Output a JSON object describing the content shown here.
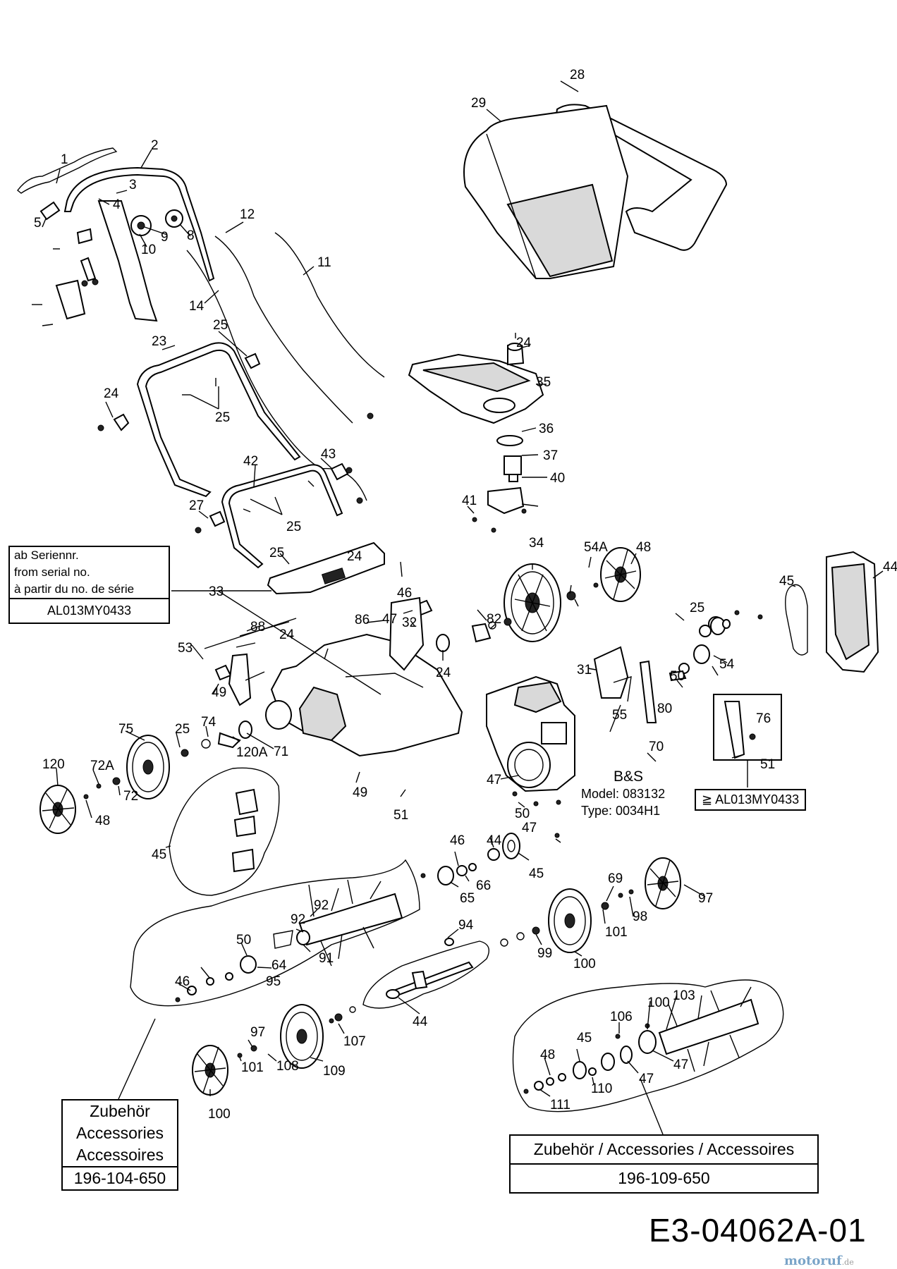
{
  "serial_box": {
    "line_de": "ab Seriennr.",
    "line_en": "from serial no.",
    "line_fr": "à partir du no. de série",
    "serial": "AL013MY0433"
  },
  "serial_box_small": {
    "text": "≧ AL013MY0433"
  },
  "engine": {
    "brand": "B&S",
    "model": "Model: 083132",
    "type": "Type: 0034H1"
  },
  "accessory_left": {
    "de": "Zubehör",
    "en": "Accessories",
    "fr": "Accessoires",
    "number": "196-104-650"
  },
  "accessory_right": {
    "title": "Zubehör / Accessories / Accessoires",
    "number": "196-109-650"
  },
  "drawing_number": "E3-04062A-01",
  "watermark": {
    "brand": "motoruf",
    "tld": ".de"
  },
  "part_labels": [
    "1",
    "2",
    "3",
    "4",
    "5",
    "8",
    "9",
    "10",
    "12",
    "11",
    "14",
    "28",
    "29",
    "25",
    "23",
    "24",
    "25",
    "24",
    "35",
    "36",
    "37",
    "40",
    "41",
    "42",
    "43",
    "27",
    "25",
    "25",
    "24",
    "33",
    "34",
    "54A",
    "48",
    "45",
    "44",
    "46",
    "47",
    "86",
    "88",
    "25",
    "53",
    "24",
    "32",
    "82",
    "31",
    "24",
    "54",
    "49",
    "50",
    "80",
    "76",
    "55",
    "70",
    "51",
    "75",
    "25",
    "74",
    "72",
    "120A",
    "71",
    "120",
    "72A",
    "48",
    "47",
    "49",
    "51",
    "50",
    "44",
    "46",
    "47",
    "45",
    "45",
    "65",
    "66",
    "69",
    "92",
    "92",
    "50",
    "91",
    "64",
    "95",
    "94",
    "46",
    "97",
    "98",
    "101",
    "99",
    "100",
    "100",
    "106",
    "103",
    "44",
    "45",
    "47",
    "47",
    "48",
    "110",
    "111",
    "97",
    "107",
    "101",
    "108",
    "109",
    "100",
    "100",
    "103",
    "46",
    "47",
    "45",
    "47",
    "48",
    "44"
  ]
}
